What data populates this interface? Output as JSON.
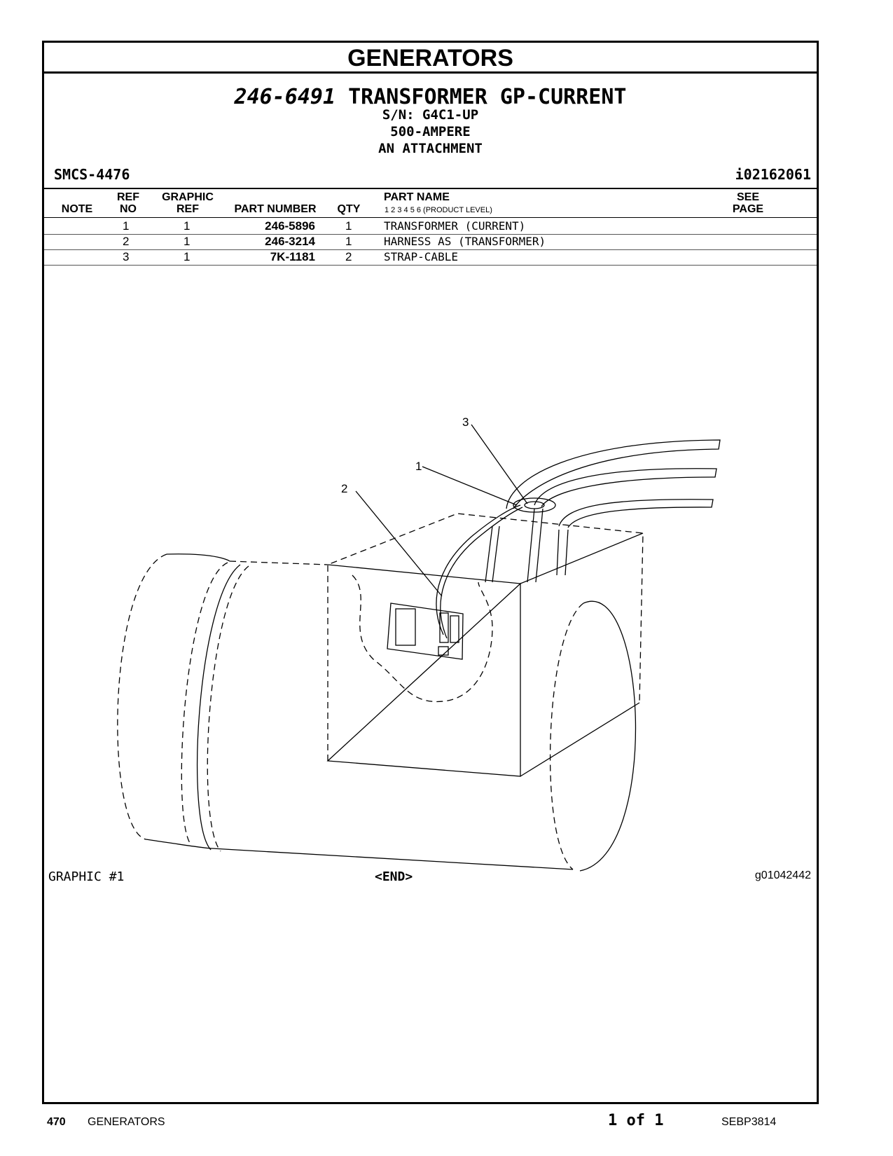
{
  "section": "GENERATORS",
  "group": {
    "number": "246-6491",
    "name": "TRANSFORMER GP-CURRENT",
    "serial": "S/N: G4C1-UP",
    "rating": "500-AMPERE",
    "note": "AN ATTACHMENT",
    "smcs": "SMCS-4476",
    "ident": "i02162061"
  },
  "columns": {
    "note": "NOTE",
    "ref_no_1": "REF",
    "ref_no_2": "NO",
    "graphic_ref_1": "GRAPHIC",
    "graphic_ref_2": "REF",
    "part_number": "PART NUMBER",
    "qty": "QTY",
    "part_name": "PART NAME",
    "product_level": "1   2   3   4   5   6   (PRODUCT LEVEL)",
    "see_page_1": "SEE",
    "see_page_2": "PAGE"
  },
  "parts": [
    {
      "ref": "1",
      "graphic": "1",
      "part_number": "246-5896",
      "qty": "1",
      "name": "TRANSFORMER (CURRENT)"
    },
    {
      "ref": "2",
      "graphic": "1",
      "part_number": "246-3214",
      "qty": "1",
      "name": "HARNESS AS (TRANSFORMER)"
    },
    {
      "ref": "3",
      "graphic": "1",
      "part_number": "7K-1181",
      "qty": "2",
      "name": "STRAP-CABLE"
    }
  ],
  "graphic": {
    "callouts": [
      "1",
      "2",
      "3"
    ],
    "label": "GRAPHIC #1",
    "end": "<END>",
    "id": "g01042442"
  },
  "footer": {
    "page": "470",
    "section": "GENERATORS",
    "page_of": "1 of 1",
    "doc": "SEBP3814"
  }
}
